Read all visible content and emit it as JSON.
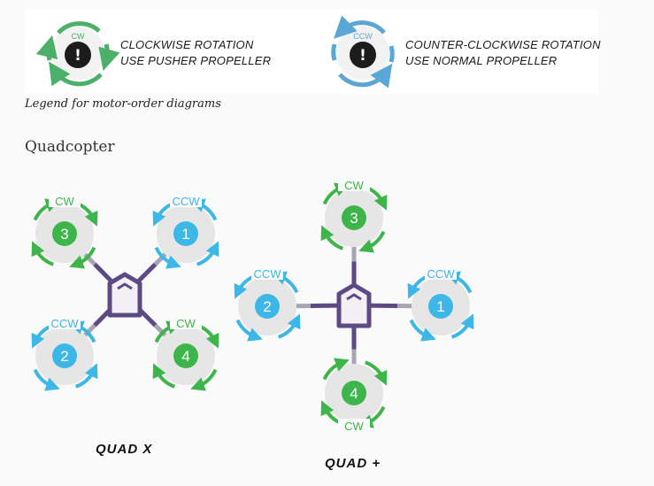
{
  "legend": {
    "cw": {
      "badge": "CW",
      "line1": "CLOCKWISE ROTATION",
      "line2": "USE PUSHER PROPELLER"
    },
    "ccw": {
      "badge": "CCW",
      "line1": "COUNTER-CLOCKWISE ROTATION",
      "line2": "USE NORMAL PROPELLER"
    },
    "alert_symbol": "!",
    "caption": "Legend for motor-order diagrams"
  },
  "section_title": "Quadcopter",
  "colors": {
    "cw_green": "#3db54a",
    "ccw_blue": "#3cb7e6",
    "legend_green": "#4caf6a",
    "legend_blue": "#5aa7d6",
    "frame_purple": "#5d4a85",
    "arm_gray": "#a9a4b3",
    "disc_gray": "#e6e6e6"
  },
  "quad_x": {
    "label": "QUAD X",
    "motors": [
      {
        "number": "3",
        "direction": "CW"
      },
      {
        "number": "1",
        "direction": "CCW"
      },
      {
        "number": "2",
        "direction": "CCW"
      },
      {
        "number": "4",
        "direction": "CW"
      }
    ]
  },
  "quad_plus": {
    "label": "QUAD +",
    "motors": [
      {
        "number": "3",
        "direction": "CW"
      },
      {
        "number": "2",
        "direction": "CCW"
      },
      {
        "number": "1",
        "direction": "CCW"
      },
      {
        "number": "4",
        "direction": "CW"
      }
    ]
  }
}
